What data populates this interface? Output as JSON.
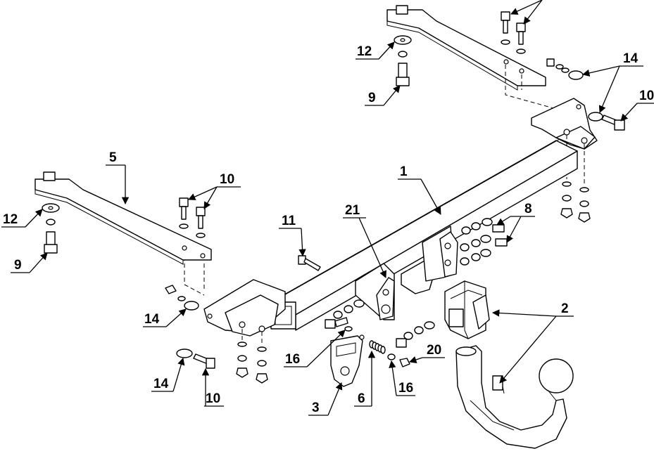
{
  "callouts": [
    {
      "id": "c1",
      "label": "1"
    },
    {
      "id": "c2",
      "label": "2"
    },
    {
      "id": "c3",
      "label": "3"
    },
    {
      "id": "c5",
      "label": "5"
    },
    {
      "id": "c6",
      "label": "6"
    },
    {
      "id": "c8",
      "label": "8"
    },
    {
      "id": "c9a",
      "label": "9"
    },
    {
      "id": "c9b",
      "label": "9"
    },
    {
      "id": "c10a",
      "label": "10"
    },
    {
      "id": "c10b",
      "label": "10"
    },
    {
      "id": "c10c",
      "label": "10"
    },
    {
      "id": "c11",
      "label": "11"
    },
    {
      "id": "c12a",
      "label": "12"
    },
    {
      "id": "c12b",
      "label": "12"
    },
    {
      "id": "c14a",
      "label": "14"
    },
    {
      "id": "c14b",
      "label": "14"
    },
    {
      "id": "c14c",
      "label": "14"
    },
    {
      "id": "c16a",
      "label": "16"
    },
    {
      "id": "c16b",
      "label": "16"
    },
    {
      "id": "c20",
      "label": "20"
    },
    {
      "id": "c21",
      "label": "21"
    }
  ]
}
